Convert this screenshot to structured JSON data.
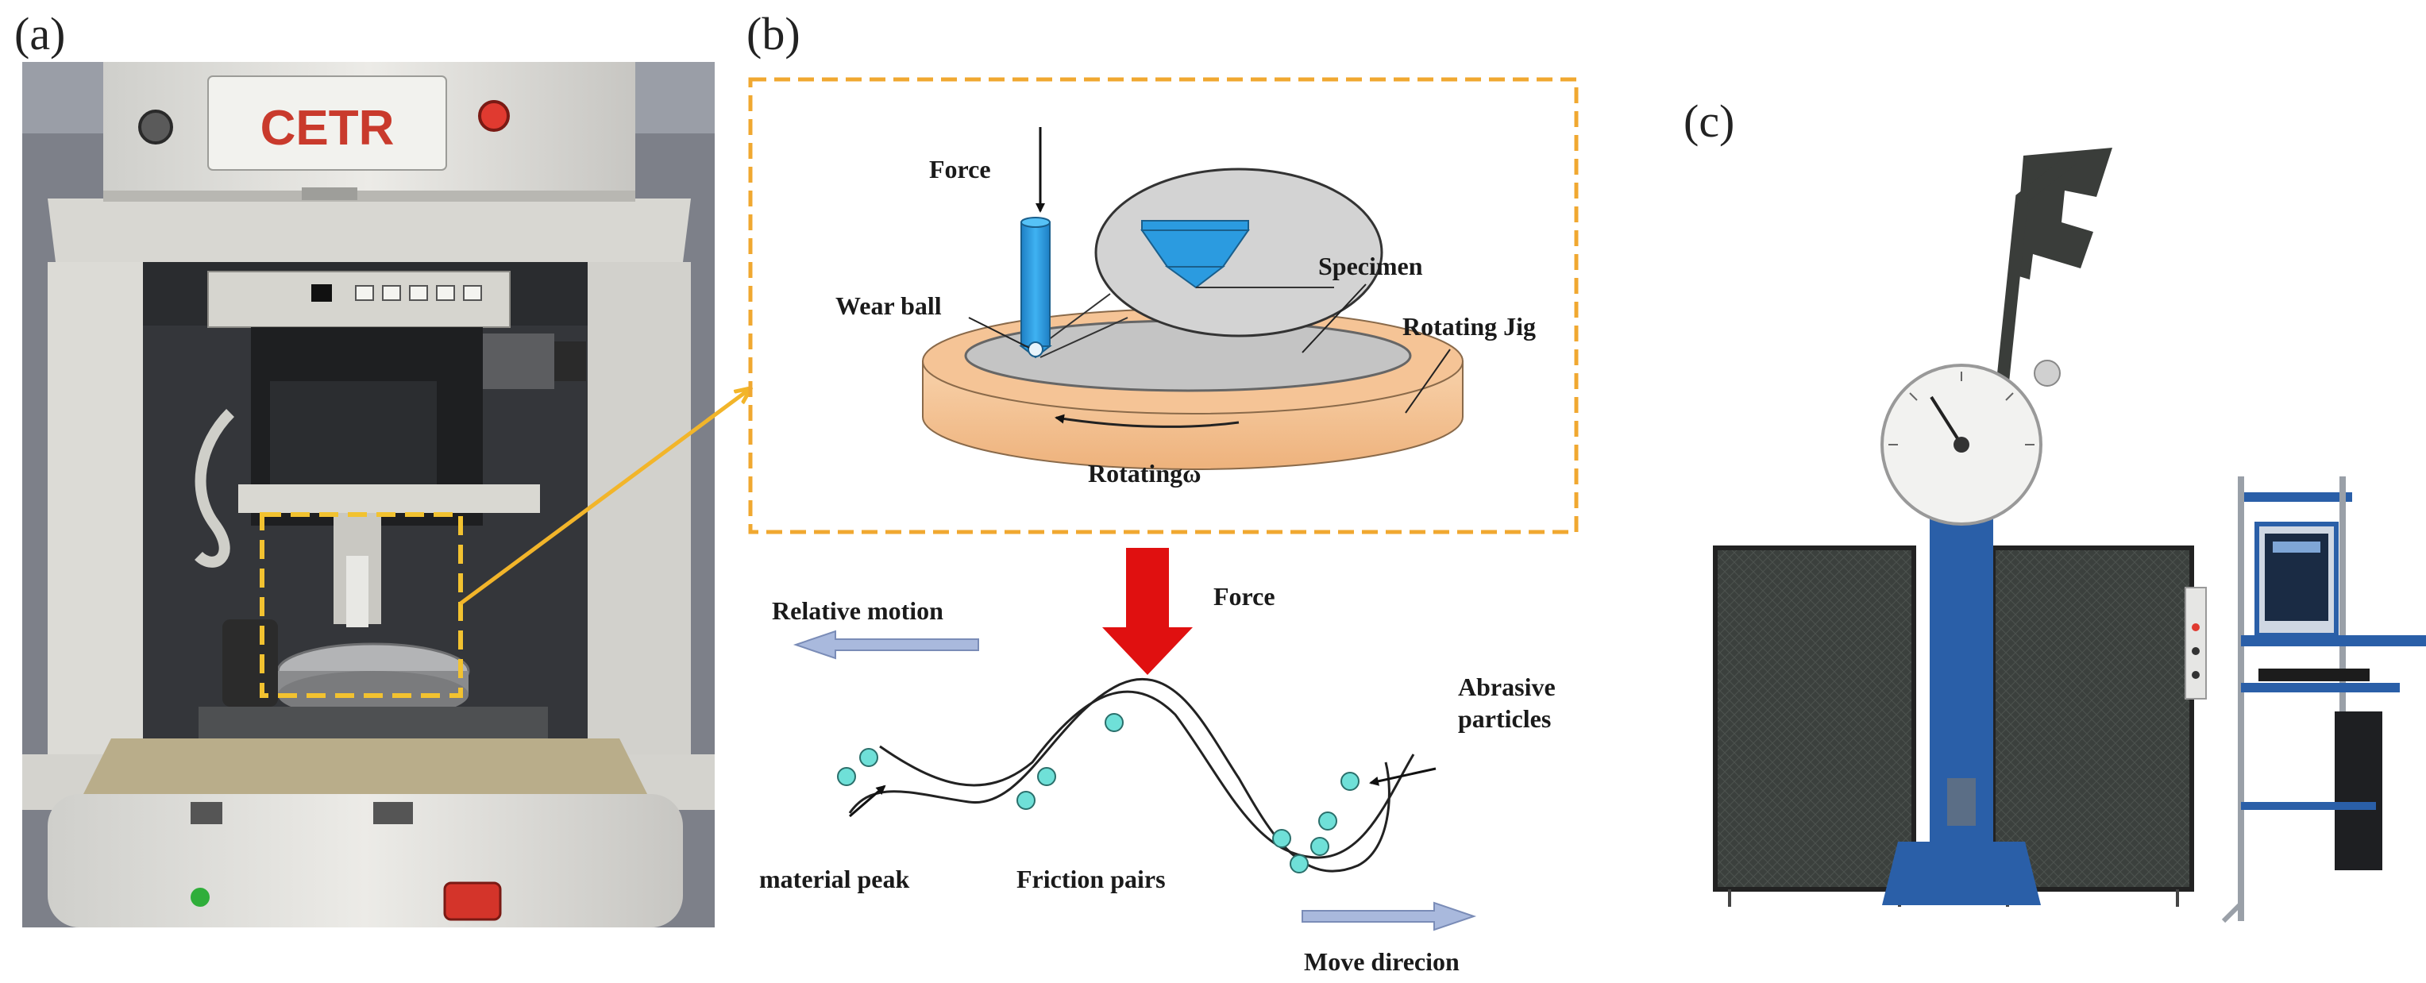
{
  "panels": {
    "a": "(a)",
    "b": "(b)",
    "c": "(c)"
  },
  "photo_a": {
    "machine_logo": "CETR",
    "detail_highlight_color": "#f2c230"
  },
  "diagram_top": {
    "force": "Force",
    "specimen": "Specimen",
    "wear_ball": "Wear ball",
    "rotating_jig": "Rotating Jig",
    "rotating": "Rotatingω",
    "frame_color": "#f0a830",
    "pin_color": "#2b9be0",
    "jig_color": "#f6c79a"
  },
  "diagram_bottom": {
    "force": "Force",
    "relative_motion": "Relative motion",
    "abrasive_line1": "Abrasive",
    "abrasive_line2": "particles",
    "material_peak": "material peak",
    "friction_pairs": "Friction pairs",
    "move_direction": "Move direcion",
    "force_arrow_color": "#e01010",
    "motion_arrow_color": "#a9b9dd",
    "particle_color": "#6fe0d8"
  },
  "photo_c": {
    "frame_color": "#2a5fa8",
    "guard_color": "#3a3f3c"
  }
}
